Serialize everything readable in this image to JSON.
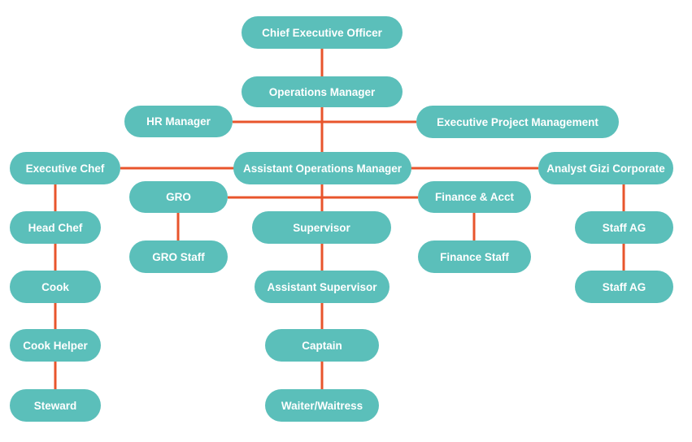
{
  "colors": {
    "node_fill": "#5bbfba",
    "node_text": "#ffffff",
    "connector": "#e8552c"
  },
  "nodes": {
    "ceo": "Chief Executive Officer",
    "ops_manager": "Operations Manager",
    "hr_manager": "HR Manager",
    "exec_project_mgmt": "Executive Project Management",
    "exec_chef": "Executive Chef",
    "asst_ops_manager": "Assistant Operations Manager",
    "analyst_gizi": "Analyst Gizi Corporate",
    "gro": "GRO",
    "finance_acct": "Finance & Acct",
    "head_chef": "Head Chef",
    "supervisor": "Supervisor",
    "staff_ag_1": "Staff AG",
    "gro_staff": "GRO Staff",
    "finance_staff": "Finance Staff",
    "cook": "Cook",
    "asst_supervisor": "Assistant Supervisor",
    "staff_ag_2": "Staff AG",
    "cook_helper": "Cook Helper",
    "captain": "Captain",
    "steward": "Steward",
    "waiter": "Waiter/Waitress"
  }
}
